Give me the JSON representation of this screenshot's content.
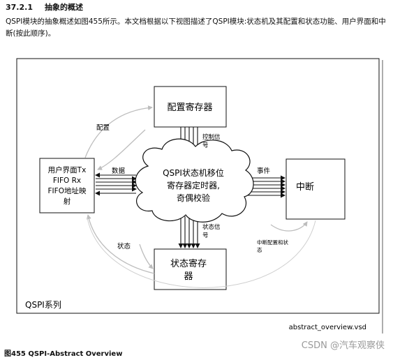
{
  "section": {
    "number": "37.2.1",
    "title": "抽象的概述"
  },
  "intro_text": "QSPI模块的抽象概述如图455所示。本文档根据以下视图描述了QSPI模块:状态机及其配置和状态功能、用户界面和中断(按此顺序)。",
  "diagram": {
    "config_register": "配置寄存器",
    "state_machine_lines": [
      "QSPI状态机移位",
      "寄存器定时器,",
      "奇偶校验"
    ],
    "user_interface_lines": [
      "用户界面Tx",
      "FIFO Rx",
      "FIFO地址映",
      "射"
    ],
    "interrupt_box": "中断",
    "status_register_lines": [
      "状态寄存",
      "器"
    ],
    "label_config": "配置",
    "label_data": "数据",
    "label_control_lines": [
      "控制信",
      "号"
    ],
    "label_event": "事件",
    "label_status": "状态",
    "label_status_signal_lines": [
      "状态信",
      "号"
    ],
    "label_interrupt_config_lines": [
      "中断配置和状",
      "态"
    ],
    "system_label": "QSPI系列",
    "file_name": "abstract_overview.vsd"
  },
  "figure_caption": "图455 QSPI-Abstract Overview",
  "watermark": "CSDN @汽车观察侠"
}
